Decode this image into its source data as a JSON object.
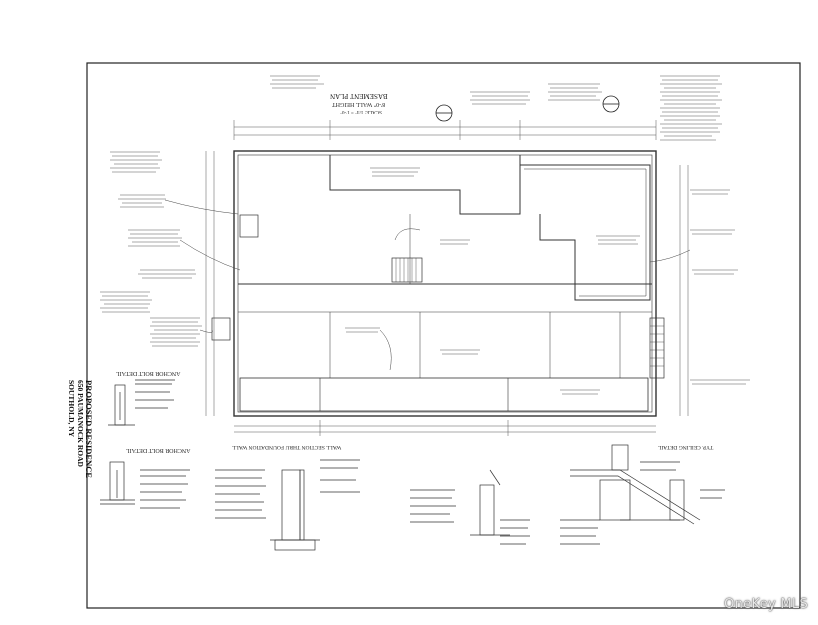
{
  "title_block": {
    "line1": "PROPOSED RESIDENCE",
    "line2": "650 PAUMANOCK ROAD",
    "line3": "SOUTHOLD, NY"
  },
  "titles": {
    "basement_plan": "BASEMENT PLAN",
    "wall_height": "8'-0\" WALL HEIGHT",
    "scale": "SCALE: 1/4\" = 1'-0\"",
    "anchor_bolt_1": "ANCHOR BOLT DETAIL",
    "anchor_bolt_2": "ANCHOR BOLT DETAIL",
    "wall_section": "WALL SECTION THRU FOUNDATION WALL",
    "typ_ceiling": "TYP. CEILING DETAIL"
  },
  "watermark": "OneKey MLS"
}
